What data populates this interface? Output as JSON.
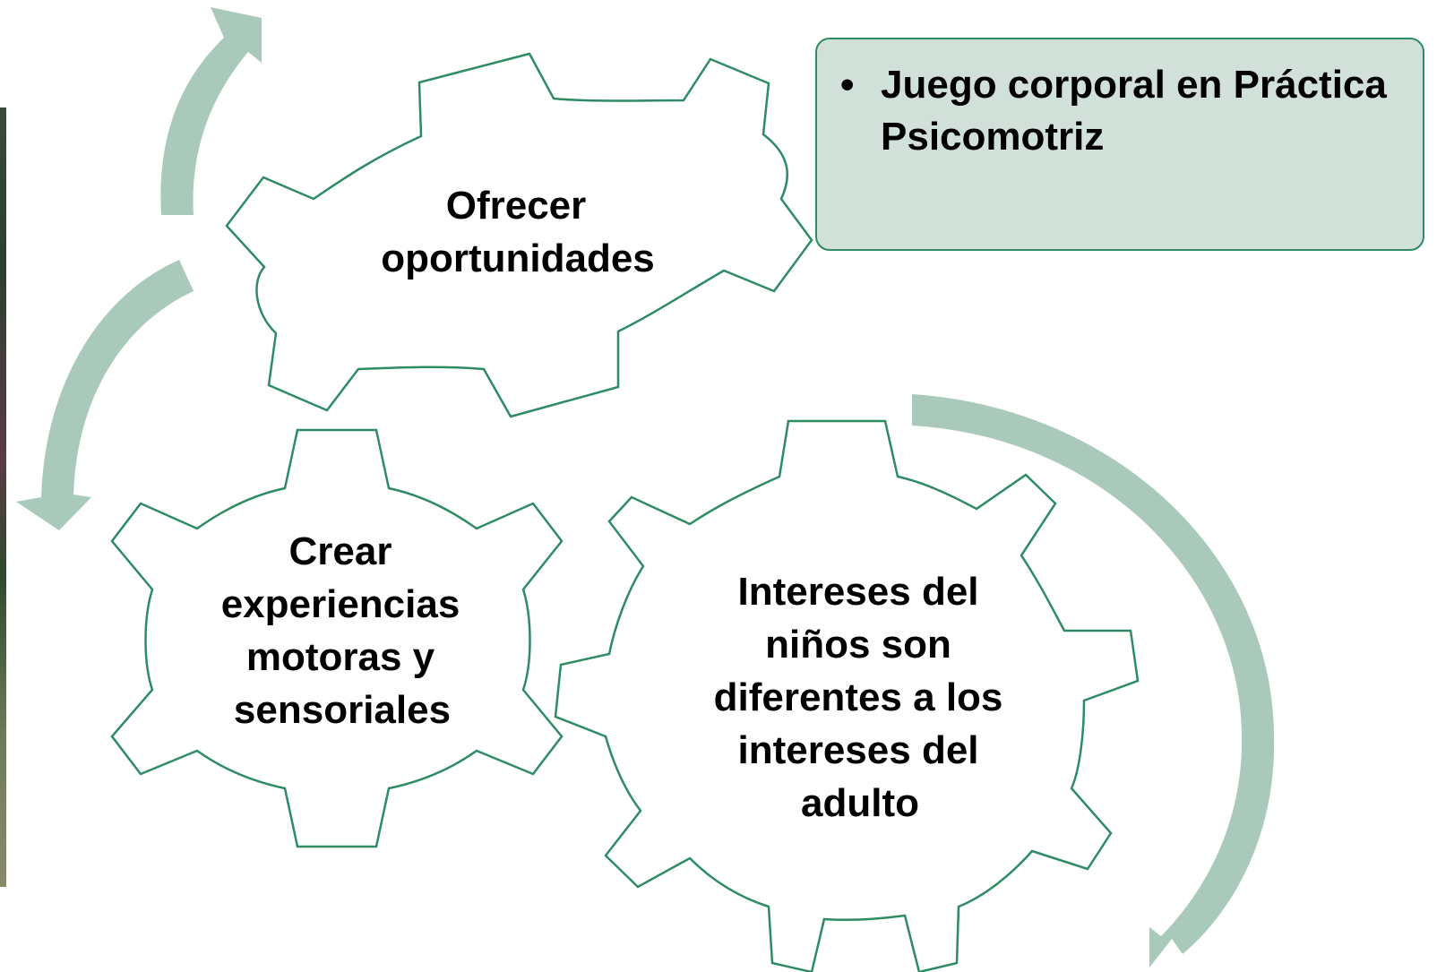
{
  "colors": {
    "gear_stroke": "#2e8b63",
    "arrow_fill": "#a9c9bb",
    "callout_fill": "#d1e1da",
    "callout_border": "#2e8b63"
  },
  "gears": {
    "top": {
      "lines": [
        "Ofrecer",
        "oportunidades"
      ]
    },
    "left": {
      "lines": [
        "Crear",
        "experiencias",
        "motoras y",
        "sensoriales"
      ]
    },
    "right": {
      "lines": [
        "Intereses del",
        "niños son",
        "diferentes a los",
        "intereses del",
        "adulto"
      ]
    }
  },
  "callout": {
    "bullet": "•",
    "items": [
      "Juego corporal en Práctica Psicomotriz"
    ]
  },
  "arrows": {
    "top_left": "curved-arrow-up",
    "left": "curved-arrow-down",
    "right": "curved-arrow-down-right"
  }
}
